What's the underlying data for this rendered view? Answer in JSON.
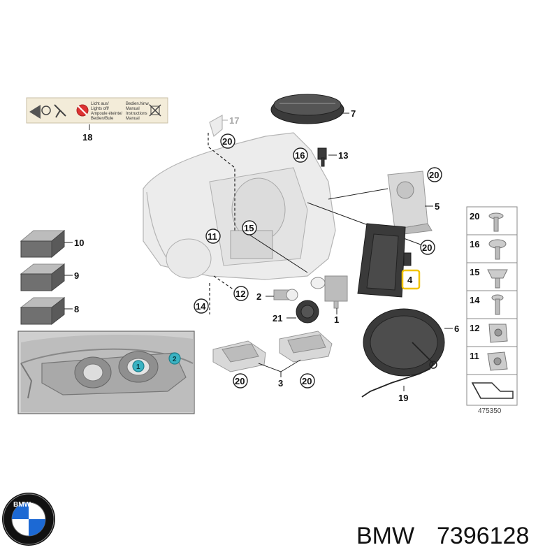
{
  "diagram": {
    "callouts": [
      "1",
      "2",
      "3",
      "4",
      "5",
      "6",
      "7",
      "8",
      "9",
      "10",
      "11",
      "12",
      "13",
      "14",
      "15",
      "16",
      "17",
      "18",
      "19",
      "20",
      "21"
    ],
    "small_parts_table": [
      "20",
      "16",
      "15",
      "14",
      "12",
      "11"
    ],
    "reference_number": "475350",
    "inset_markers": [
      "1",
      "2"
    ]
  },
  "label": {
    "warning_lines": [
      "Licht aus/",
      "Lights off/",
      "Ampoule éteinte/",
      "Bedien/Bule"
    ],
    "warning_lines_right": [
      "Bedien.hinw.",
      "Manual",
      "Instructions",
      "Manual"
    ]
  },
  "part_number": {
    "brand": "BMW",
    "number": "7396128"
  },
  "logo": {
    "letters": "BMW",
    "colors": {
      "blue": "#1c69d4",
      "ring": "#111111",
      "white": "#ffffff"
    }
  },
  "colors": {
    "highlight": "#f2c400",
    "teal": "#3bb3c3"
  }
}
